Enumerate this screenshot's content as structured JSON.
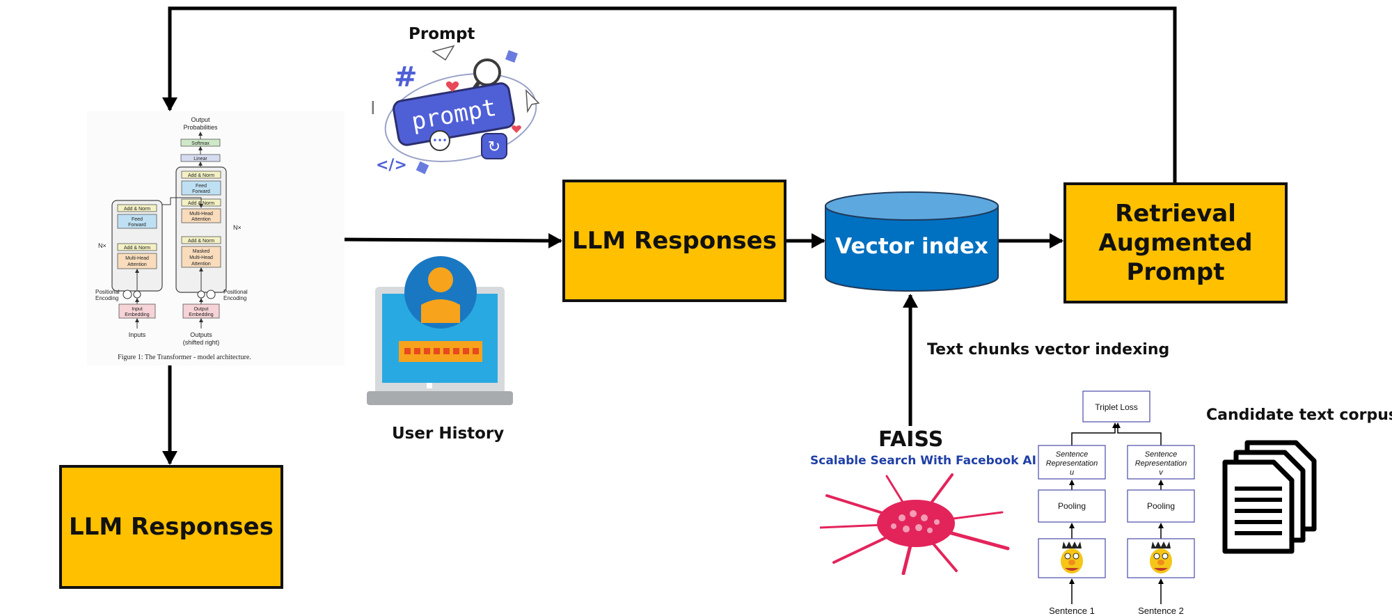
{
  "boxes": {
    "llm_responses_top": "LLM Responses",
    "vector_index": "Vector index",
    "rag_prompt": [
      "Retrieval",
      "Augmented",
      "Prompt"
    ],
    "llm_responses_bottom": "LLM Responses"
  },
  "labels": {
    "prompt": "Prompt",
    "user_history": "User History",
    "text_chunks": "Text chunks vector indexing",
    "candidate_corpus": "Candidate text corpus"
  },
  "prompt_badge": "prompt",
  "faiss": {
    "title": "FAISS",
    "subtitle": "Scalable Search With Facebook AI"
  },
  "transformer": {
    "output_probabilities": [
      "Output",
      "Probabilities"
    ],
    "softmax": "Softmax",
    "linear": "Linear",
    "add_norm": "Add & Norm",
    "feed_forward": [
      "Feed",
      "Forward"
    ],
    "multi_head_attention": [
      "Multi-Head",
      "Attention"
    ],
    "masked_multi_head_attention": [
      "Masked",
      "Multi-Head",
      "Attention"
    ],
    "nx": "N×",
    "positional_encoding": [
      "Positional",
      "Encoding"
    ],
    "input_embedding": [
      "Input",
      "Embedding"
    ],
    "output_embedding": [
      "Output",
      "Embedding"
    ],
    "inputs": "Inputs",
    "outputs": [
      "Outputs",
      "(shifted right)"
    ],
    "caption": "Figure 1: The Transformer - model architecture."
  },
  "sbert": {
    "triplet_loss": "Triplet Loss",
    "sentence_representation": [
      "Sentence",
      "Representation"
    ],
    "var_u": "u",
    "var_v": "v",
    "pooling": "Pooling",
    "sentence_1": "Sentence 1",
    "sentence_2": "Sentence 2"
  },
  "colors": {
    "box_fill": "#ffc000",
    "vector_index_fill": "#0070c0",
    "faiss_subtitle": "#1f3fa6",
    "prompt_badge": "#4f5fd6"
  }
}
